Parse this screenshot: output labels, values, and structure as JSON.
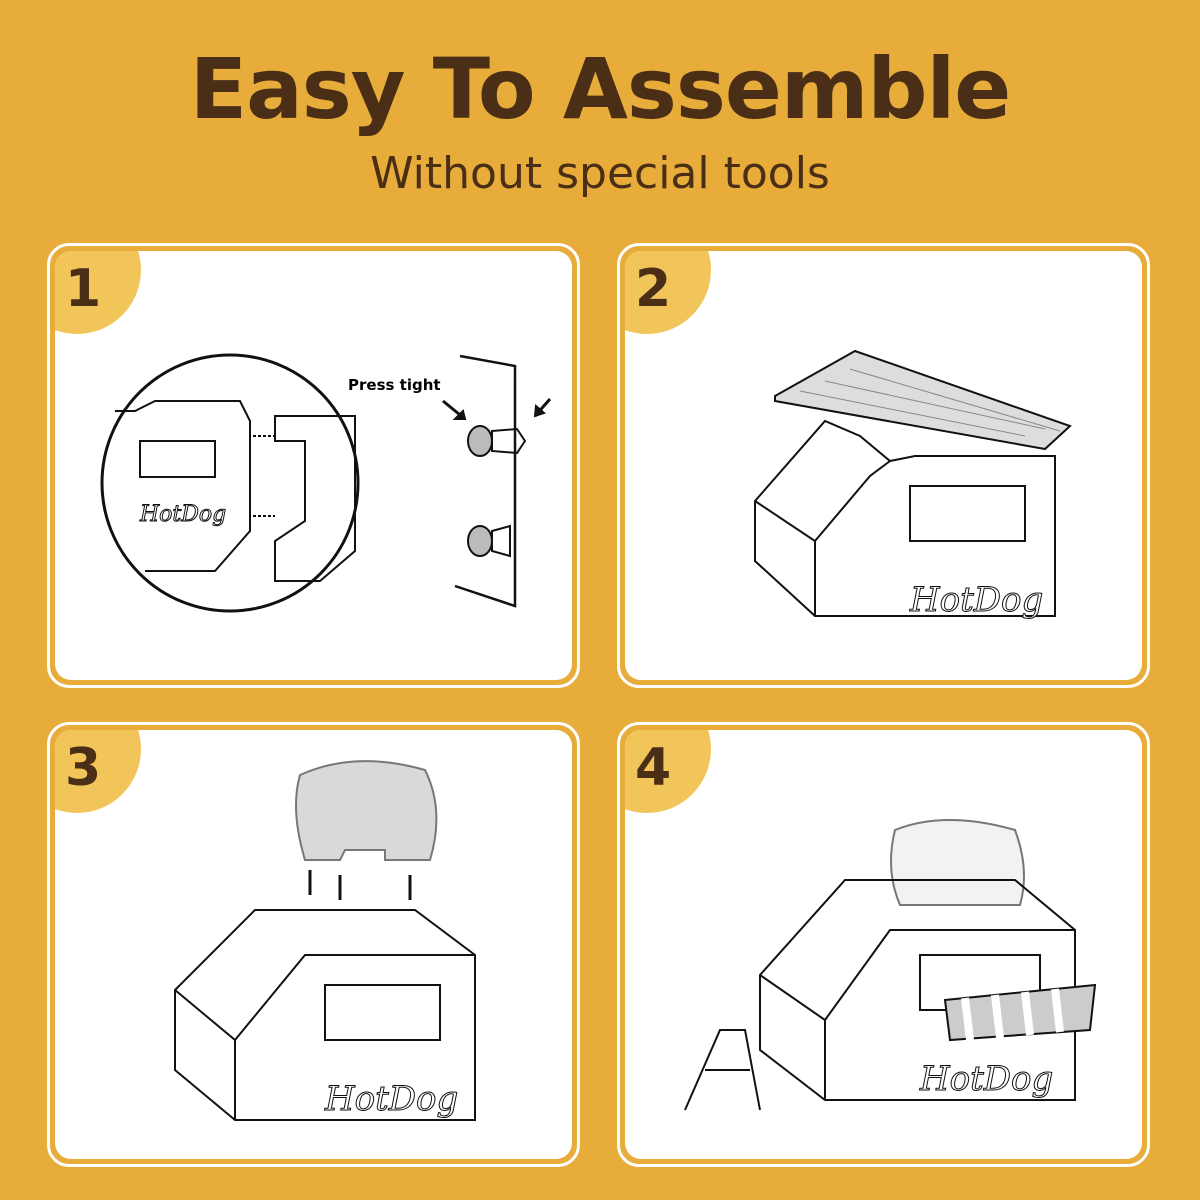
{
  "header": {
    "title": "Easy To Assemble",
    "subtitle": "Without special tools"
  },
  "steps": [
    {
      "number": "1",
      "label": "Press tight",
      "logo": "HotDog"
    },
    {
      "number": "2",
      "logo": "HotDog"
    },
    {
      "number": "3",
      "logo": "HotDog"
    },
    {
      "number": "4",
      "logo": "HotDog"
    }
  ],
  "colors": {
    "background": "#e8ac3a",
    "badge": "#f2c55a",
    "text": "#4a2f16"
  }
}
